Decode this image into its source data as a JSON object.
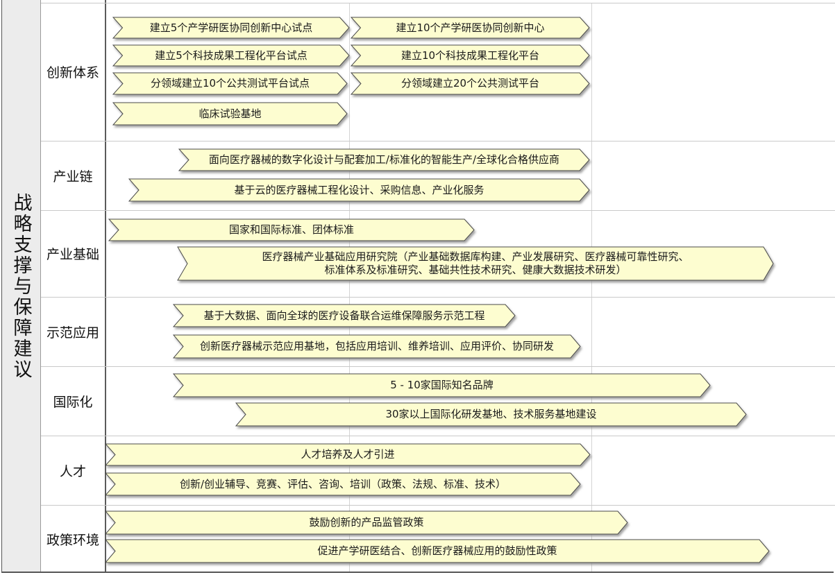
{
  "left_title": "战略支撑与保障建议",
  "colors": {
    "arrow_fill": "#fdfdd0",
    "arrow_stroke": "#4a4a4a",
    "shadow": "#8a8a8a"
  },
  "rows": [
    {
      "label": "创新体系",
      "arrows": [
        {
          "text": "建立5个产学研医协同创新中心试点"
        },
        {
          "text": "建立10个产学研医协同创新中心"
        },
        {
          "text": "建立5个科技成果工程化平台试点"
        },
        {
          "text": "建立10个科技成果工程化平台"
        },
        {
          "text": "分领域建立10个公共测试平台试点"
        },
        {
          "text": "分领域建立20个公共测试平台"
        },
        {
          "text": "临床试验基地"
        }
      ]
    },
    {
      "label": "产业链",
      "arrows": [
        {
          "text": "面向医疗器械的数字化设计与配套加工/标准化的智能生产/全球化合格供应商"
        },
        {
          "text": "基于云的医疗器械工程化设计、采购信息、产业化服务"
        }
      ]
    },
    {
      "label": "产业基础",
      "arrows": [
        {
          "text": "国家和国际标准、团体标准"
        },
        {
          "text": "医疗器械产业基础应用研究院（产业基础数据库构建、产业发展研究、医疗器械可靠性研究、\n标准体系及标准研究、基础共性技术研究、健康大数据技术研发）"
        }
      ]
    },
    {
      "label": "示范应用",
      "arrows": [
        {
          "text": "基于大数据、面向全球的医疗设备联合运维保障服务示范工程"
        },
        {
          "text": "创新医疗器械示范应用基地，包括应用培训、维养培训、应用评价、协同研发"
        }
      ]
    },
    {
      "label": "国际化",
      "arrows": [
        {
          "text": "5 - 10家国际知名品牌"
        },
        {
          "text": "30家以上国际化研发基地、技术服务基地建设"
        }
      ]
    },
    {
      "label": "人才",
      "arrows": [
        {
          "text": "人才培养及人才引进"
        },
        {
          "text": "创新/创业辅导、竞赛、评估、咨询、培训（政策、法规、标准、技术）"
        }
      ]
    },
    {
      "label": "政策环境",
      "arrows": [
        {
          "text": "鼓励创新的产品监管政策"
        },
        {
          "text": "促进产学研医结合、创新医疗器械应用的鼓励性政策"
        }
      ]
    }
  ]
}
